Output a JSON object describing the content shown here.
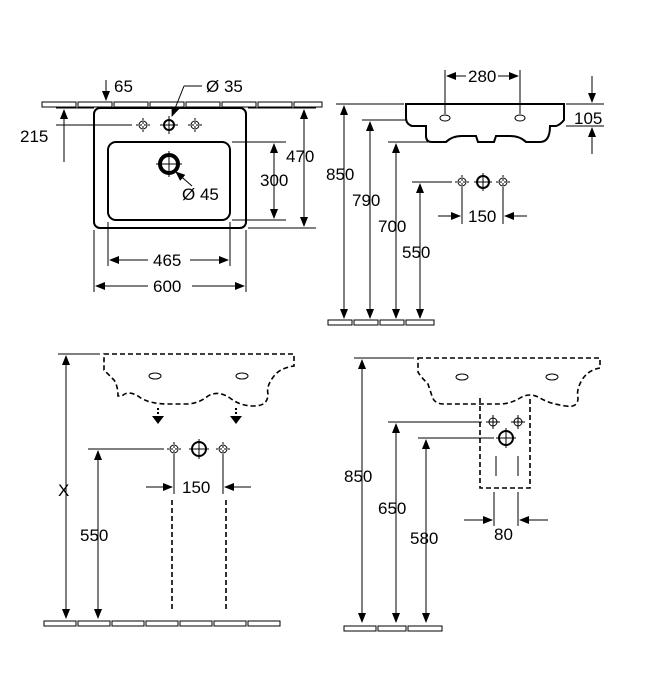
{
  "top_view": {
    "tap_hole_offset": "65",
    "tap_hole_diameter": "Ø 35",
    "tap_hole_depth": "215",
    "depth_total": "470",
    "bowl_depth": "300",
    "waste_diameter": "Ø 45",
    "bowl_width": "465",
    "overall_width": "600"
  },
  "side_view": {
    "mounting_spacing": "280",
    "rim_thickness": "105",
    "rim_height": "850",
    "underside_height": "790",
    "drain_height": "700",
    "supply_height": "550",
    "supply_spacing": "150"
  },
  "wall_hung_view": {
    "variable_height": "X",
    "supply_height": "550",
    "supply_spacing": "150"
  },
  "pedestal_view": {
    "rim_height": "850",
    "outlet_height": "650",
    "supply_height": "580",
    "pedestal_width": "80"
  }
}
